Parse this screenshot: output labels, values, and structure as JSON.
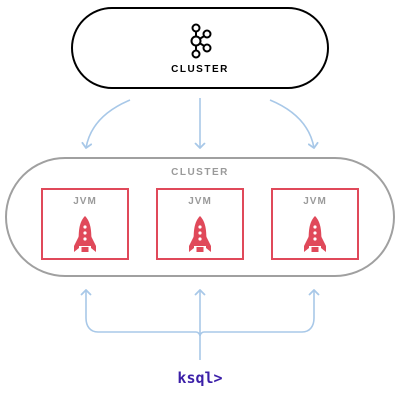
{
  "kafka_cluster": {
    "label": "CLUSTER",
    "icon": "kafka-logo-icon"
  },
  "ksql_cluster": {
    "label": "CLUSTER",
    "nodes": [
      {
        "label": "JVM",
        "icon": "rocket-icon"
      },
      {
        "label": "JVM",
        "icon": "rocket-icon"
      },
      {
        "label": "JVM",
        "icon": "rocket-icon"
      }
    ]
  },
  "client": {
    "prompt": "ksql>"
  },
  "colors": {
    "outline": "#000000",
    "cluster_outline": "#a0a0a0",
    "node_red": "#e0495a",
    "arrow_blue": "#a8c8e8",
    "prompt_purple": "#3b1fa8"
  }
}
